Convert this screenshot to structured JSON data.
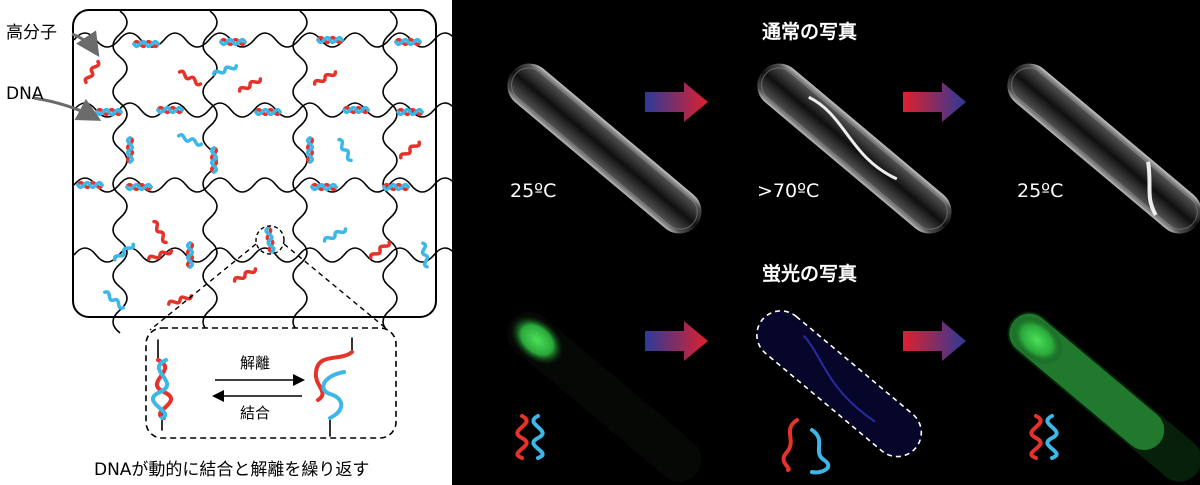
{
  "left": {
    "label_polymer": "高分子",
    "label_dna": "DNA",
    "inset": {
      "top_label": "解離",
      "bottom_label": "結合"
    },
    "caption": "DNAが動的に結合と解離を繰り返す"
  },
  "right": {
    "row1_title": "通常の写真",
    "row2_title": "蛍光の写真",
    "temps": [
      "25ºC",
      ">70ºC",
      "25ºC"
    ]
  },
  "colors": {
    "red": "#e5332a",
    "blue": "#3cb7e8",
    "green": "#34c24a",
    "arrow_red": "#e0202c",
    "arrow_blue": "#2b3a9a"
  }
}
